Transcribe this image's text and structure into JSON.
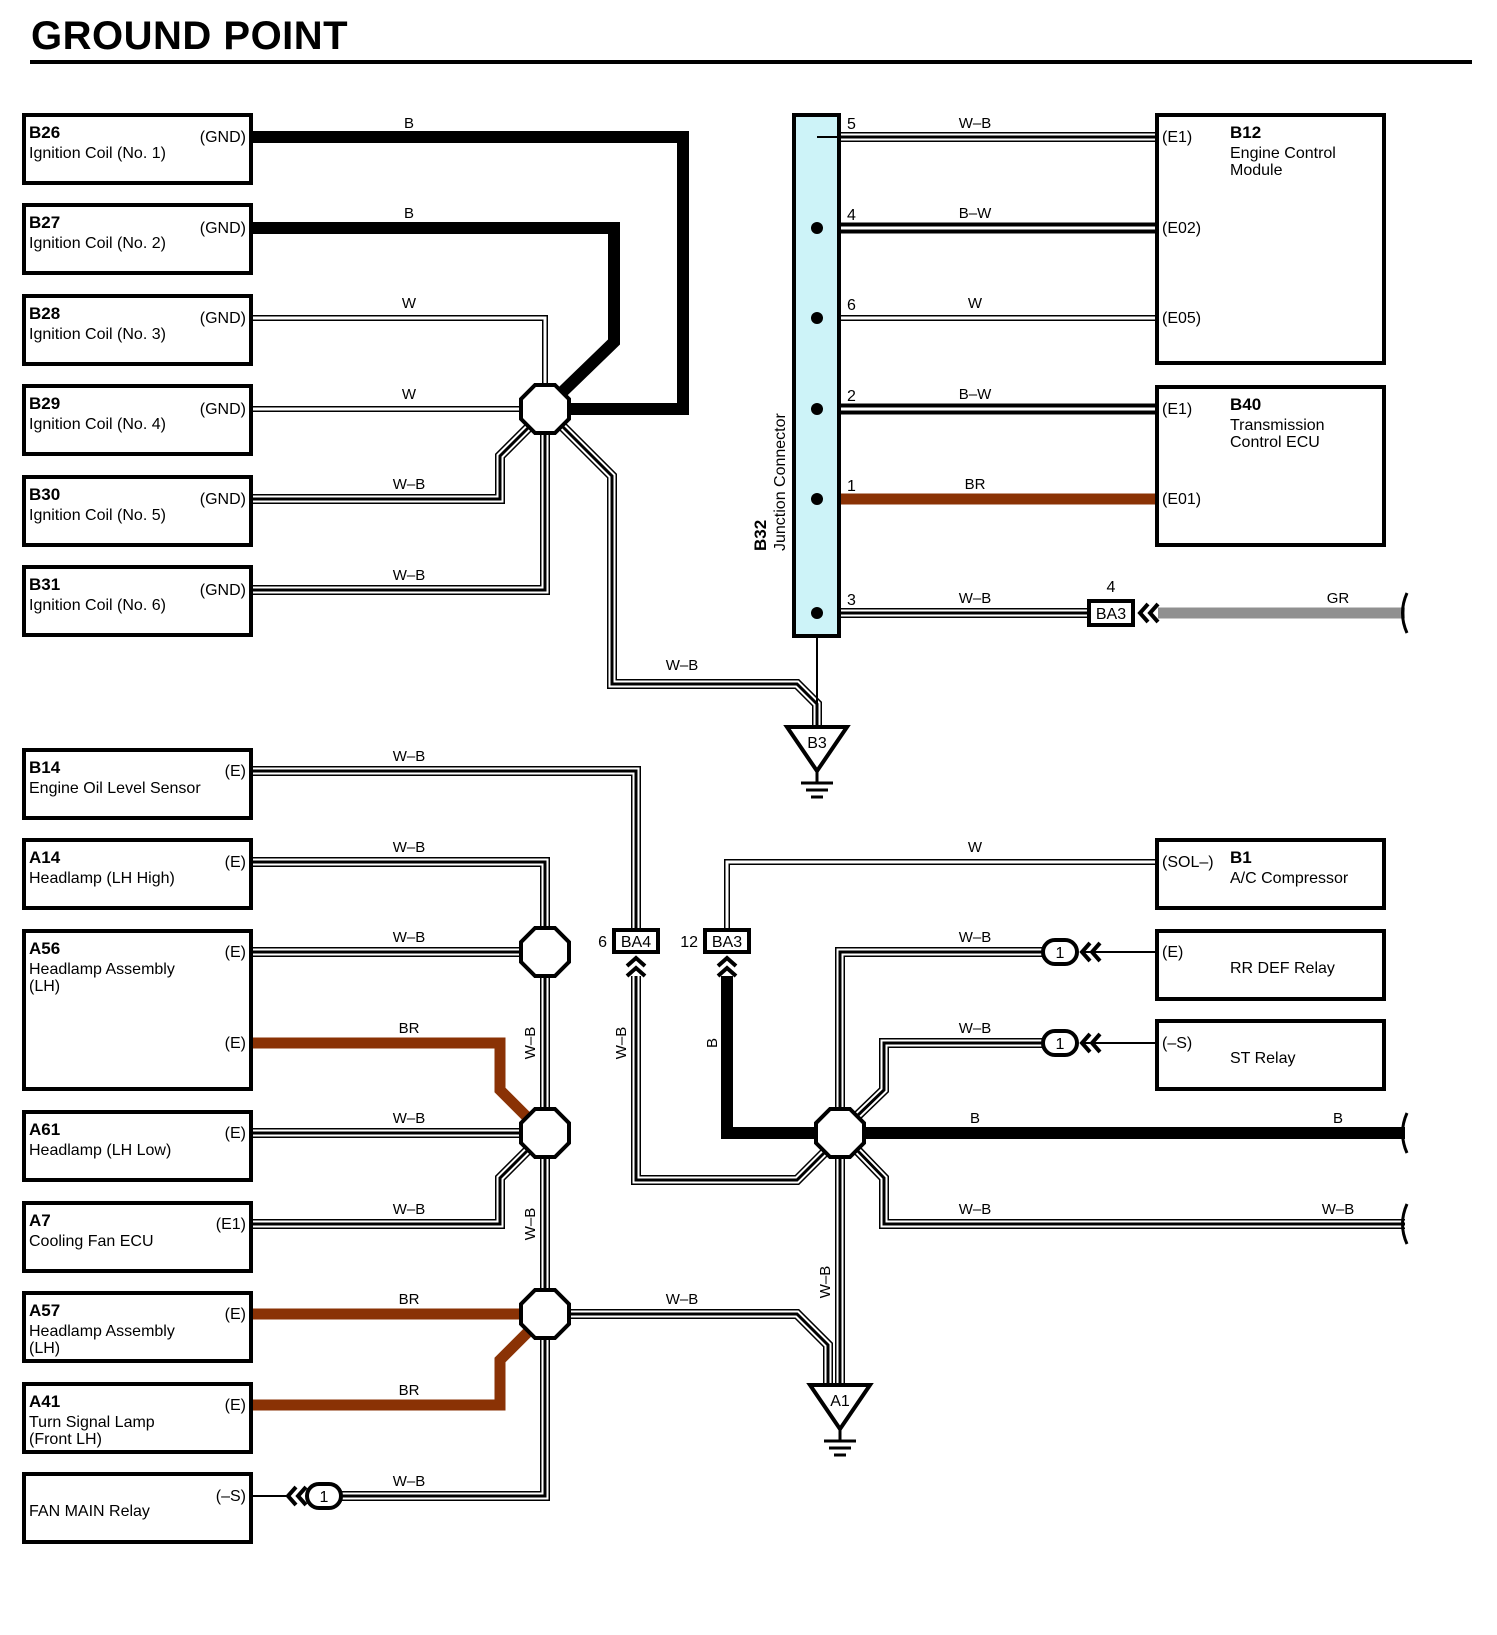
{
  "title": "GROUND POINT",
  "colors": {
    "white": "#ffffff",
    "black": "#000000",
    "brown": "#8a3205",
    "gray": "#909090",
    "junction": "#cdf3f8"
  },
  "left_components": [
    {
      "code": "B26",
      "name": [
        "Ignition Coil (No. 1)"
      ],
      "pins": [
        "(GND)"
      ]
    },
    {
      "code": "B27",
      "name": [
        "Ignition Coil (No. 2)"
      ],
      "pins": [
        "(GND)"
      ]
    },
    {
      "code": "B28",
      "name": [
        "Ignition Coil (No. 3)"
      ],
      "pins": [
        "(GND)"
      ]
    },
    {
      "code": "B29",
      "name": [
        "Ignition Coil (No. 4)"
      ],
      "pins": [
        "(GND)"
      ]
    },
    {
      "code": "B30",
      "name": [
        "Ignition Coil (No. 5)"
      ],
      "pins": [
        "(GND)"
      ]
    },
    {
      "code": "B31",
      "name": [
        "Ignition Coil (No. 6)"
      ],
      "pins": [
        "(GND)"
      ]
    },
    {
      "code": "B14",
      "name": [
        "Engine Oil Level Sensor"
      ],
      "pins": [
        "(E)"
      ]
    },
    {
      "code": "A14",
      "name": [
        "Headlamp (LH High)"
      ],
      "pins": [
        "(E)"
      ]
    },
    {
      "code": "A56",
      "name": [
        "Headlamp Assembly",
        "(LH)"
      ],
      "pins": [
        "(E)",
        "(E)"
      ]
    },
    {
      "code": "A61",
      "name": [
        "Headlamp (LH Low)"
      ],
      "pins": [
        "(E)"
      ]
    },
    {
      "code": "A7",
      "name": [
        "Cooling Fan ECU"
      ],
      "pins": [
        "(E1)"
      ]
    },
    {
      "code": "A57",
      "name": [
        "Headlamp Assembly",
        "(LH)"
      ],
      "pins": [
        "(E)"
      ]
    },
    {
      "code": "A41",
      "name": [
        "Turn Signal Lamp",
        "(Front LH)"
      ],
      "pins": [
        "(E)"
      ]
    },
    {
      "code": "",
      "name": [
        "FAN MAIN Relay"
      ],
      "pins": [
        "(–S)"
      ]
    }
  ],
  "right_components": [
    {
      "code": "B12",
      "name": [
        "Engine Control",
        "Module"
      ],
      "pins": [
        "(E1)",
        "(E02)",
        "(E05)"
      ]
    },
    {
      "code": "B40",
      "name": [
        "Transmission",
        "Control ECU"
      ],
      "pins": [
        "(E1)",
        "(E01)"
      ]
    },
    {
      "code": "B1",
      "name": [
        "A/C Compressor"
      ],
      "pins": [
        "(SOL–)"
      ]
    },
    {
      "code": "",
      "name": [
        "RR DEF Relay"
      ],
      "pins": [
        "(E)"
      ]
    },
    {
      "code": "",
      "name": [
        "ST Relay"
      ],
      "pins": [
        "(–S)"
      ]
    }
  ],
  "junction": {
    "code": "B32",
    "name": "Junction Connector",
    "pins": [
      "5",
      "4",
      "6",
      "2",
      "1",
      "3"
    ]
  },
  "wire_labels": {
    "b26": "B",
    "b27": "B",
    "b28": "W",
    "b29": "W",
    "b30": "W–B",
    "b31": "W–B",
    "b3_lead": "W–B",
    "j5": "W–B",
    "j4": "B–W",
    "j6": "W",
    "j2": "B–W",
    "j1": "BR",
    "j3": "W–B",
    "gr": "GR",
    "b14": "W–B",
    "a14": "W–B",
    "a56a": "W–B",
    "a56b": "BR",
    "a61": "W–B",
    "a7": "W–B",
    "a57": "BR",
    "a41": "BR",
    "fan": "W–B",
    "a1_lead": "W–B",
    "v_left_upper": "W–B",
    "v_left_lower": "W–B",
    "v_ba4": "W–B",
    "v_ba3": "B",
    "v_a1": "W–B",
    "b1": "W",
    "rrdef": "W–B",
    "st": "W–B",
    "b_mid": "B",
    "b_right": "B",
    "wb_mid": "W–B",
    "wb_right": "W–B"
  },
  "connectors": {
    "ba3_top": {
      "code": "BA3",
      "pin": "4"
    },
    "ba4": {
      "code": "BA4",
      "pin": "6"
    },
    "ba3": {
      "code": "BA3",
      "pin": "12"
    },
    "inline_pin": "1"
  },
  "grounds": [
    "B3",
    "A1"
  ]
}
